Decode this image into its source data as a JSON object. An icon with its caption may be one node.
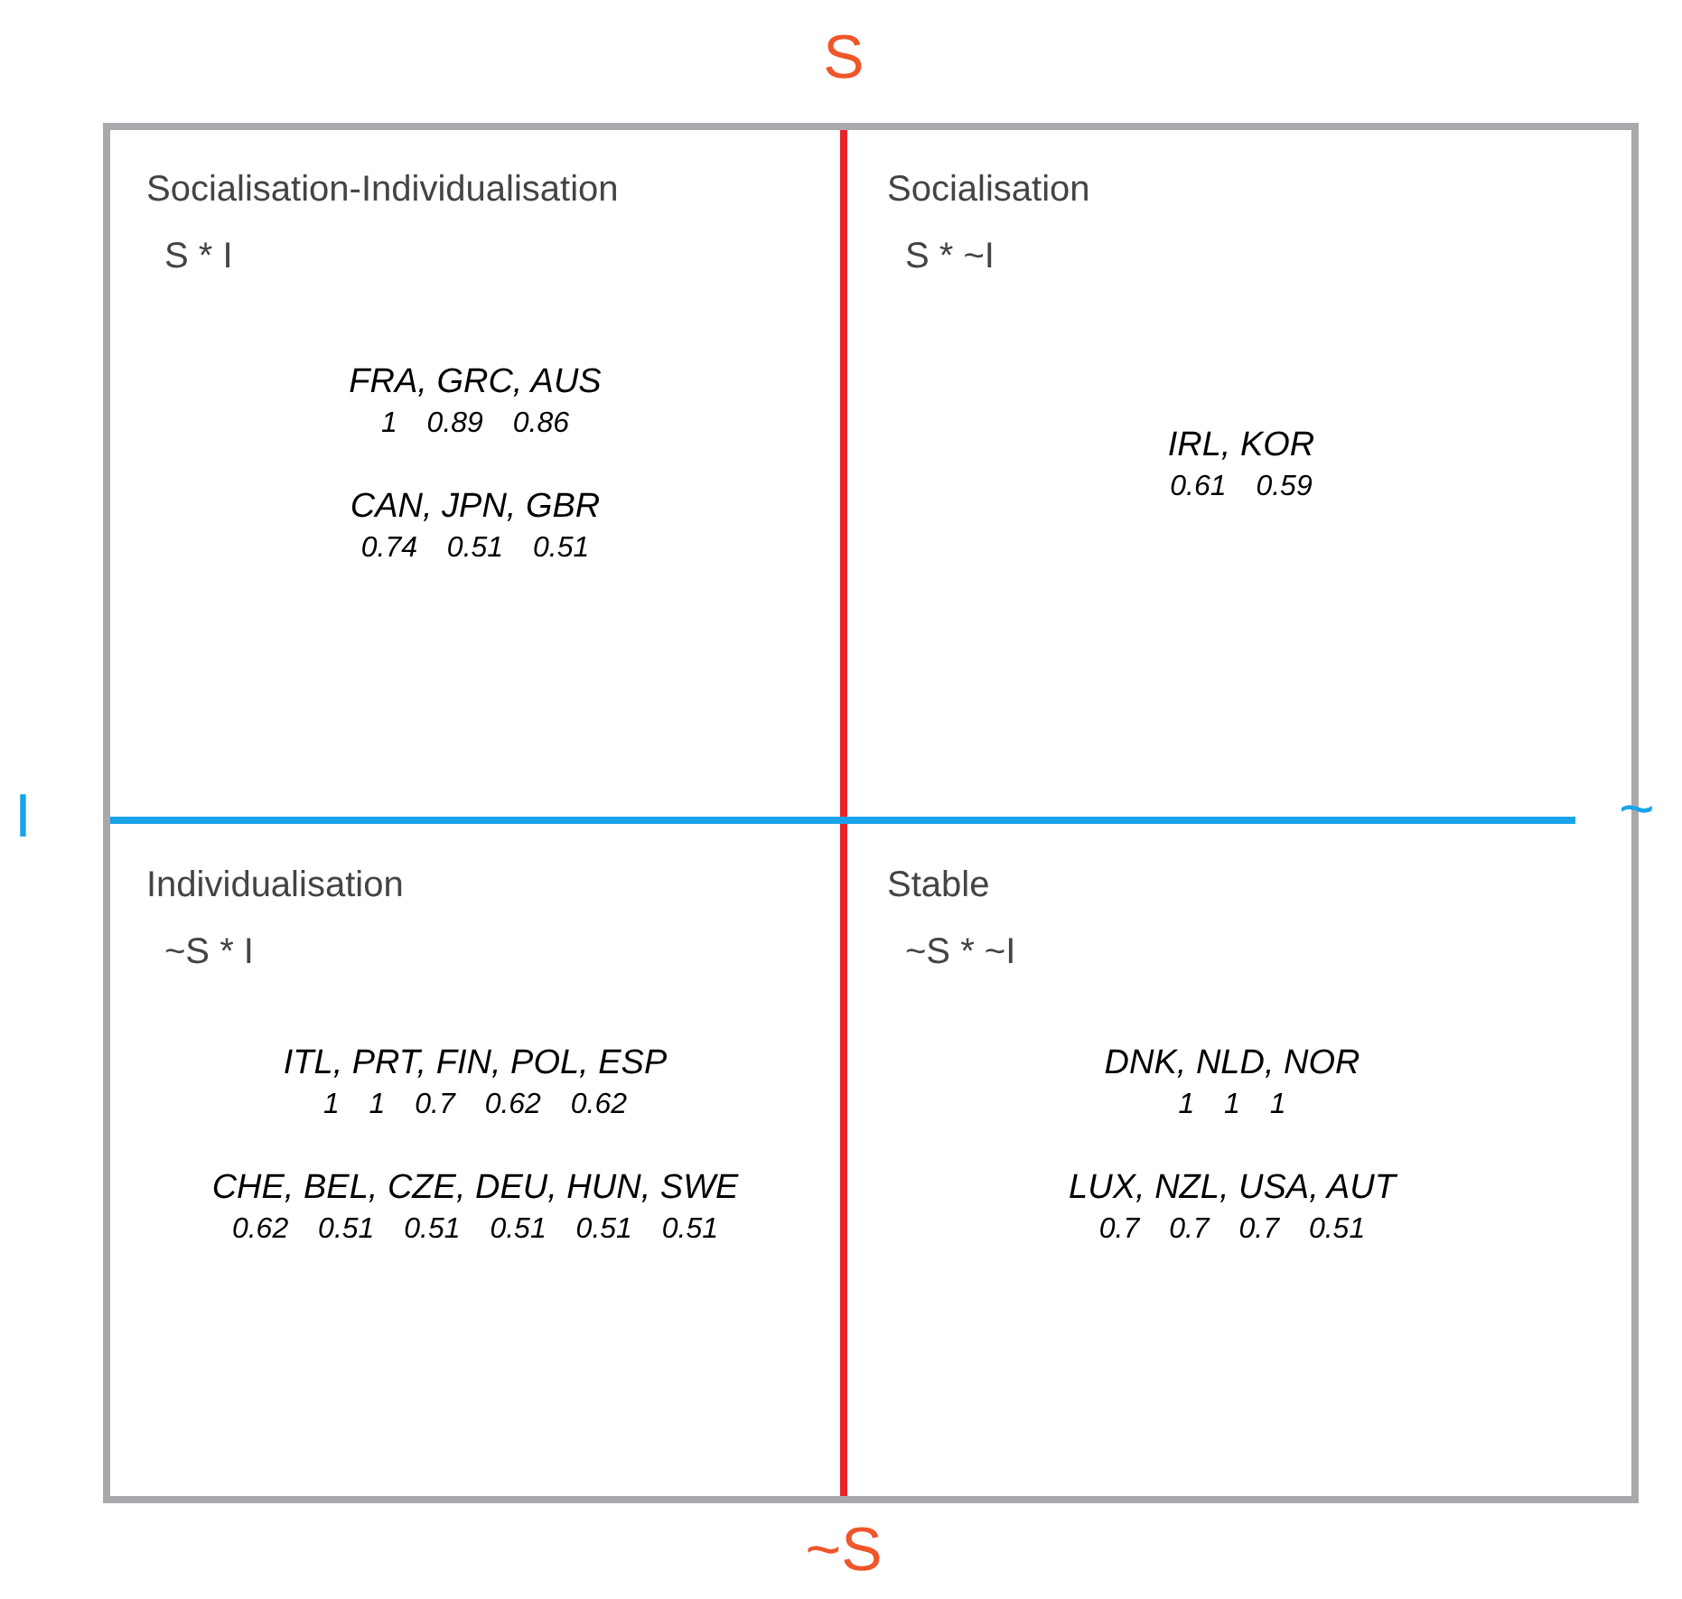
{
  "diagram": {
    "nodes": [
      {
        "text": [
          "Socialisation-Individualisation",
          "S * I",
          "FRA, GRC, AUS",
          "1 0.89 0.86",
          "CAN, JPN, GBR",
          "0.74 0.51 0.51"
        ]
      },
      {
        "text": [
          "Socialisation",
          "S * ~I",
          "IRL, KOR",
          "0.61 0.59"
        ]
      },
      {
        "text": [
          "Individualisation",
          "~S * I",
          "ITL, PRT, FIN, POL, ESP",
          "1 1 0.7 0.62 0.62",
          "CHE, BEL, CZE, DEU, HUN, SWE",
          "0.62 0.51 0.51 0.51 0.51 0.51"
        ]
      },
      {
        "text": [
          "Stable",
          "~S * ~I",
          "DNK, NLD, NOR",
          "1 1 1",
          "LUX, NZL, USA, AUT",
          "0.7 0.7 0.7 0.51"
        ]
      }
    ],
    "labels": [
      "S",
      "I",
      "~",
      "~S"
    ]
  }
}
